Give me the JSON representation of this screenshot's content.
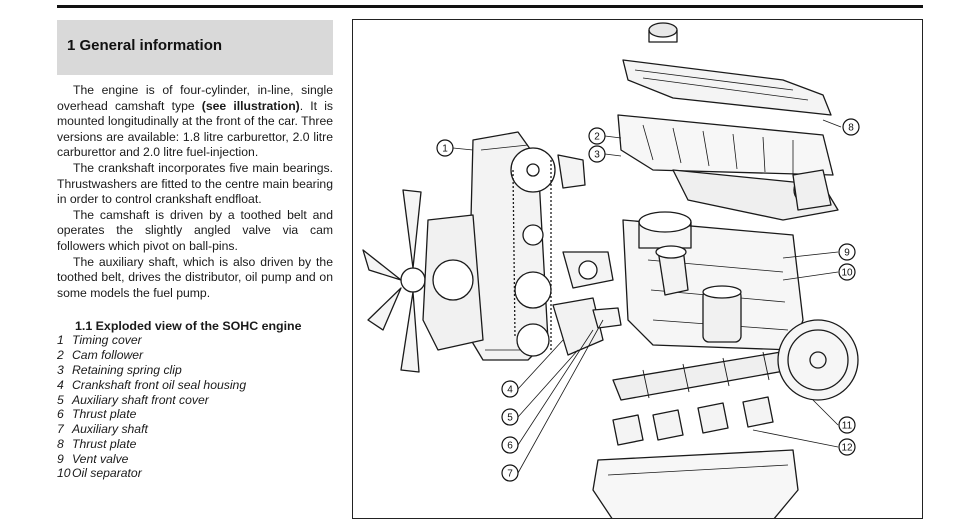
{
  "section": {
    "heading": "1  General information",
    "paragraphs": [
      {
        "text": "The engine is of four-cylinder, in-line, single overhead camshaft type ",
        "bold": "(see illustration)",
        "after": ". It is mounted longitudinally at the front of the car. Three versions are available: 1.8 litre carburettor, 2.0 litre carburettor and 2.0 litre fuel-injection."
      },
      {
        "text": "The crankshaft incorporates five main bearings. Thrustwashers are fitted to the centre main bearing in order to control crankshaft endfloat."
      },
      {
        "text": "The camshaft is driven by a toothed belt and operates the slightly angled valve via cam followers which pivot on ball-pins."
      },
      {
        "text": "The auxiliary shaft, which is also driven by the toothed belt, drives the distributor, oil pump and on some models the fuel pump."
      }
    ]
  },
  "figure": {
    "caption_title": "1.1 Exploded view of the SOHC engine",
    "legend": [
      {
        "num": "1",
        "label": "Timing cover"
      },
      {
        "num": "2",
        "label": "Cam follower"
      },
      {
        "num": "3",
        "label": "Retaining spring clip"
      },
      {
        "num": "4",
        "label": "Crankshaft front oil seal housing"
      },
      {
        "num": "5",
        "label": "Auxiliary shaft front cover"
      },
      {
        "num": "6",
        "label": "Thrust plate"
      },
      {
        "num": "7",
        "label": "Auxiliary shaft"
      },
      {
        "num": "8",
        "label": "Thrust plate"
      },
      {
        "num": "9",
        "label": "Vent valve"
      },
      {
        "num": "10",
        "label": "Oil separator"
      }
    ],
    "callouts": [
      "1",
      "2",
      "3",
      "4",
      "5",
      "6",
      "7",
      "8",
      "9",
      "10",
      "11",
      "12"
    ]
  }
}
